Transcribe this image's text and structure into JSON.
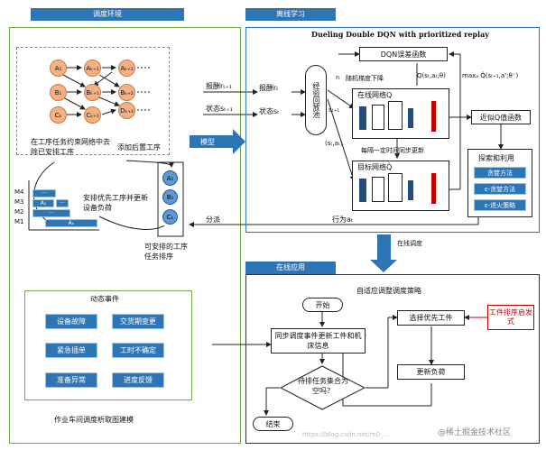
{
  "left_panel": {
    "tab": "调度环境",
    "nodes_rows": [
      [
        "A₁",
        "Aₖ₊₁",
        "Aₖ₊₂"
      ],
      [
        "B₁",
        "Bₖ₊₁",
        "Bₖ₊₂"
      ],
      [
        "Cₖ",
        "Cₖ₊₁",
        "Dₖ₊₂"
      ]
    ],
    "remove_text": "在工序任务约束网络中去除已安排工序",
    "add_text": "添加后置工序",
    "queue_nodes": [
      "A₁",
      "B₁",
      "Cₖ"
    ],
    "gantt_labels": [
      "M4",
      "M3",
      "M2",
      "M1"
    ],
    "gantt_cell_a1": "A₁",
    "gantt_cell_ak": "Aₖ",
    "gantt_dots": "···",
    "schedule_text": "安排优先工序并更新设备负荷",
    "sortable_text": "可安排的工序任务排序",
    "dyn_title": "动态事件",
    "dyn_events": [
      "设备故障",
      "交货期变更",
      "紧急插单",
      "工时不确定",
      "准备异常",
      "进度反馈"
    ],
    "bottom_caption": "作业车间调度析取图建模"
  },
  "arrows": {
    "reward1": "报酬rₜ₊₁",
    "state1": "状态sₜ₊₁",
    "model": "模型",
    "dispatch": "分派",
    "action": "行为aₜ",
    "online": "在线调度"
  },
  "right_top": {
    "tab": "离线学习",
    "title": "Dueling Double DQN with prioritized replay",
    "reward2": "报酬rₜ",
    "state2": "状态sₜ",
    "replay_pool": "经验回放池",
    "loss_box": "DQN误差函数",
    "grad_label": "随机梯度下降",
    "rt_label": "rₜ",
    "q_label": "Q(sₜ,aₜ;θ)",
    "max_label": "maxₐ Q̂(sₜ₊₁,a';θ⁻)",
    "st1_label": "sₜ₊₁",
    "sa_label": "(sₜ,aₜ)",
    "online_net": "在线网络Q",
    "sync_label": "每隔一定时间同步更新",
    "target_net": "目标网络Q̂",
    "approx_box": "近似Q值函数",
    "explore_title": "探索和利用",
    "policies": [
      "贪婪方法",
      "ε-贪婪方法",
      "ε-退火策略"
    ]
  },
  "right_bottom": {
    "tab": "在线应用",
    "title": "自适应调整调度策略",
    "start": "开始",
    "sync_event": "同步调度事件更新工件和机床信息",
    "decision": "待排任务集合为空吗？",
    "end": "结束",
    "select_rule": "选择优先工件",
    "update_load": "更新负荷",
    "heuristic": "工件排序启发式",
    "watermark": "https://blog.csdn.net/m0_...",
    "watermark2": "@稀土掘金技术社区"
  },
  "colors": {
    "accent": "#2e75b6",
    "node_orange": "#f4b183",
    "panel_green_border": "#70ad47",
    "dark_red": "#c00000"
  }
}
